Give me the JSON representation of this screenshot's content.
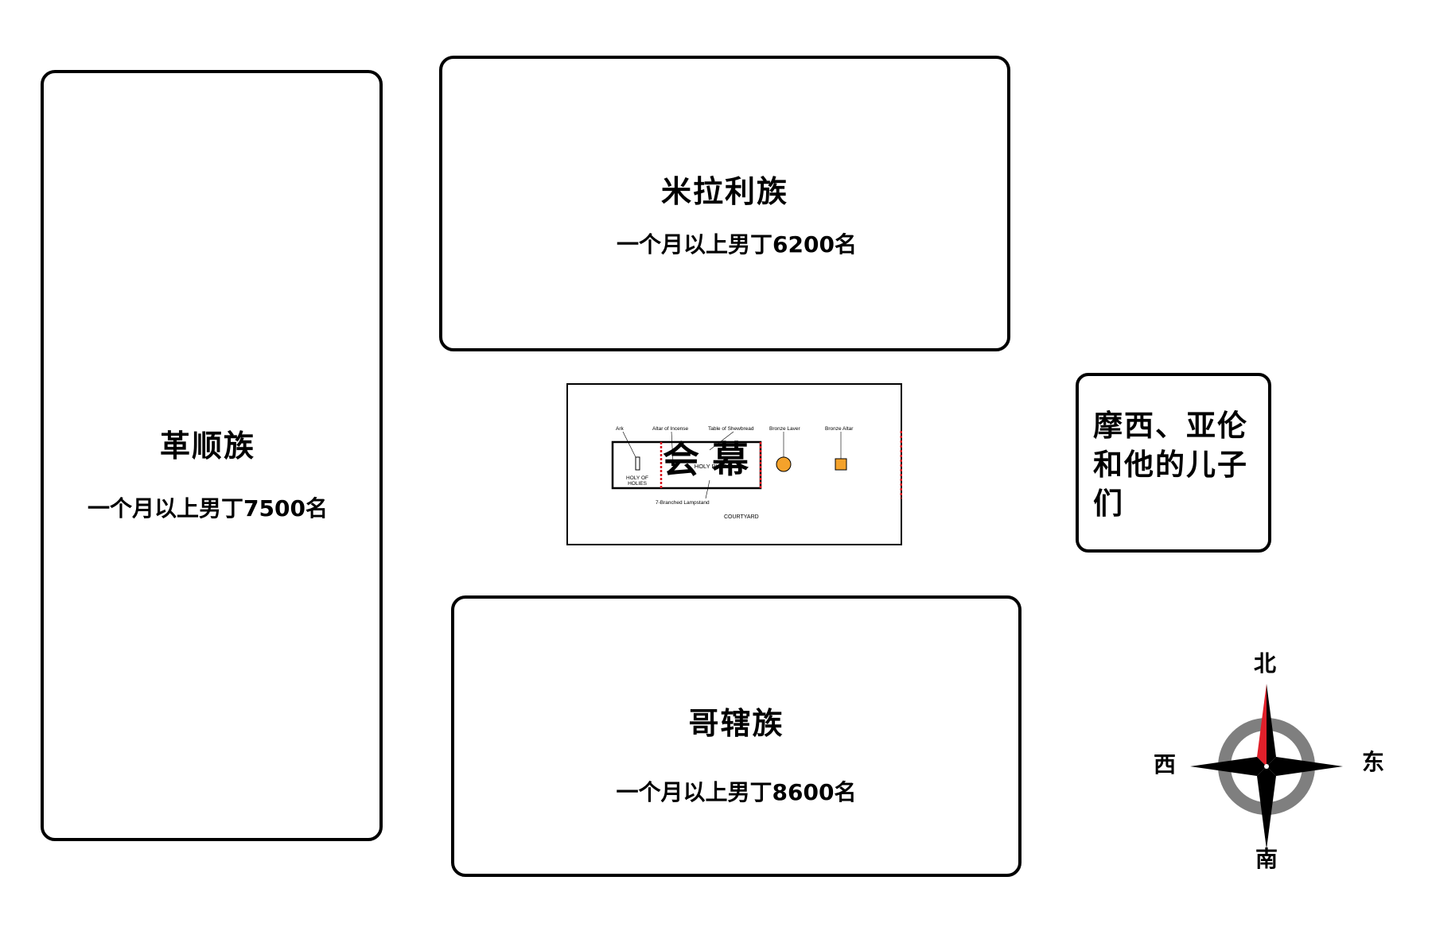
{
  "camps": {
    "gershon": {
      "name": "革顺族",
      "count": "一个月以上男丁7500名"
    },
    "merari": {
      "name": "米拉利族",
      "count": "一个月以上男丁6200名"
    },
    "kohath": {
      "name": "哥辖族",
      "count": "一个月以上男丁8600名"
    },
    "moses": {
      "label": "摩西、亚伦和他的儿子们"
    }
  },
  "tabernacle": {
    "title": "会 幕",
    "labels": {
      "ark": "Ark",
      "altar_incense": "Altar of Incense",
      "table_showbread": "Table of Shewbread",
      "bronze_laver": "Bronze Laver",
      "bronze_altar": "Bronze Altar",
      "holy_of_holies_1": "HOLY OF",
      "holy_of_holies_2": "HOLIES",
      "holy_place": "HOLY PLACE",
      "lampstand": "7-Branched Lampstand",
      "courtyard": "COURTYARD"
    }
  },
  "compass": {
    "north": "北",
    "south": "南",
    "east": "东",
    "west": "西"
  },
  "colors": {
    "line": "#000000",
    "veil": "#d9161e",
    "bronze": "#f4a22b",
    "compass_ring": "#7f7f7f",
    "compass_needle": "#e0202a"
  }
}
